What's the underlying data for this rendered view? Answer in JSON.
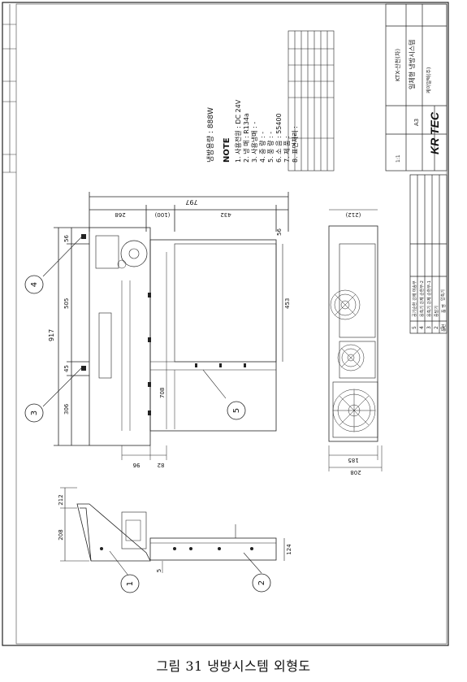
{
  "caption": "그림 31 냉방시스템 외형도",
  "notes": {
    "capacity": "냉방용량 : 888W",
    "heading": "NOTE",
    "items": [
      "1. 사용전원 : DC 24V",
      "2. 냉 매 : R134a",
      "3. 사용냉매 : -",
      "4. 중 량 : -",
      "5. 풍 량 : -",
      "6. 소 음 : 55400",
      "7. 제 품 :",
      "8. 표면처리 :"
    ]
  },
  "title_block": {
    "company": "KR TEC",
    "company_sub": "케이알텍(주)",
    "project": "KTX-산천(차)",
    "drawing_title": "일체형 냉방시스템",
    "sheet_size": "A3",
    "scale": "1:1"
  },
  "parts_list": [
    {
      "no": "5",
      "name": "공기순환 강제 이송부"
    },
    {
      "no": "4",
      "name": "응축기 강제 순환부-2"
    },
    {
      "no": "3",
      "name": "응축기 강제 순환부-1"
    },
    {
      "no": "2",
      "name": "증발기"
    },
    {
      "no": "1",
      "name": "압축기"
    }
  ],
  "parts_header": {
    "no": "품번",
    "name": "품 명"
  },
  "dimensions": {
    "total_width": "797",
    "left_width": "268",
    "gap": "(100)",
    "right_width": "432",
    "right_tail": "56",
    "total_height": "917",
    "h1": "56",
    "h2": "505",
    "h3": "45",
    "h4": "306",
    "inner_height": "453",
    "inner_depth": "708",
    "bottom_a": "96",
    "bottom_b": "82",
    "side_top": "(212)",
    "side_w1": "185",
    "side_w2": "208",
    "front_h1": "212",
    "front_h2": "208",
    "front_h3": "124",
    "front_small": "5"
  },
  "balloons": [
    "1",
    "2",
    "3",
    "4",
    "5"
  ]
}
